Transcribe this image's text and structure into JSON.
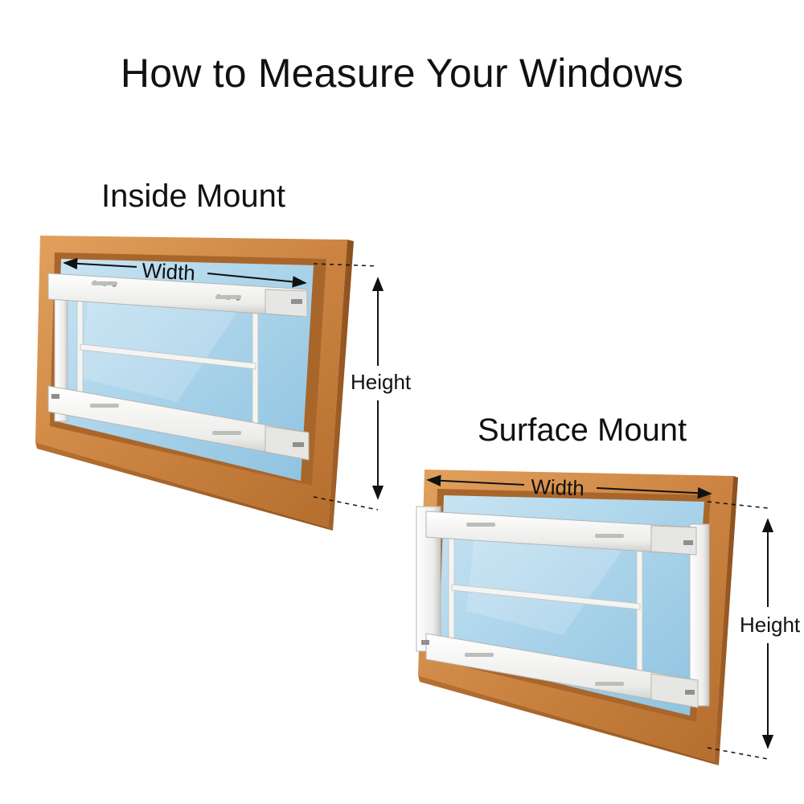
{
  "title": "How to Measure Your Windows",
  "inside_mount": {
    "label": "Inside Mount",
    "width_label": "Width",
    "height_label": "Height"
  },
  "surface_mount": {
    "label": "Surface Mount",
    "width_label": "Width",
    "height_label": "Height"
  },
  "colors": {
    "wood_light": "#d9954f",
    "wood_mid": "#c27a37",
    "wood_dark": "#8f521f",
    "glass": "#a9d3ea",
    "glass_light": "#cde7f5",
    "bar_white": "#f3f3f1",
    "bar_shadow": "#c9c9c7",
    "dim_line": "#111111"
  }
}
